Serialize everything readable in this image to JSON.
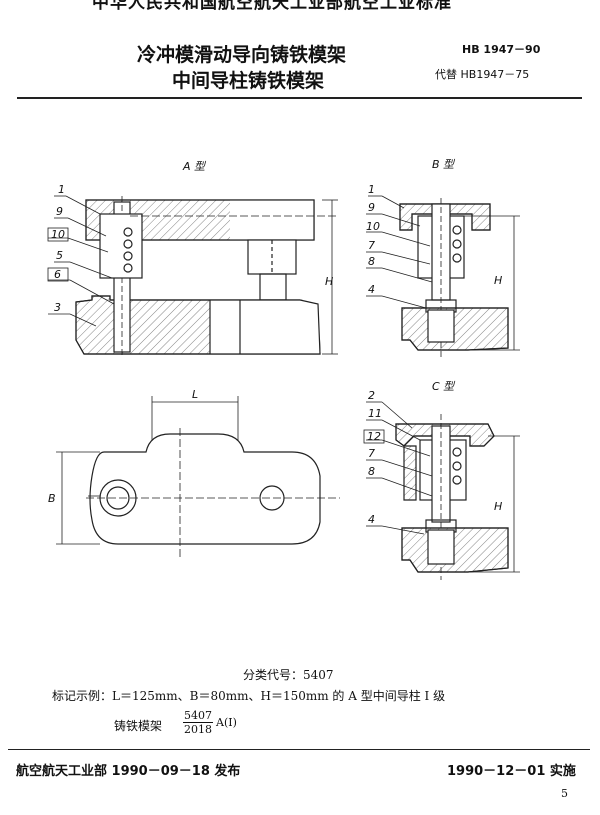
{
  "header": {
    "org_standard": "中华人民共和国航空航天工业部航空工业标准",
    "title_line1": "冷冲模滑动导向铸铁模架",
    "title_line2": "中间导柱铸铁模架",
    "standard_number": "HB 1947－90",
    "replaces": "代替 HB1947－75"
  },
  "drawing": {
    "view_a_label": "A 型",
    "view_b_label": "B 型",
    "view_c_label": "C 型",
    "dim_h": "H",
    "dim_l": "L",
    "dim_b": "B",
    "a_callouts": [
      "1",
      "9",
      "10",
      "5",
      "6",
      "3"
    ],
    "b_callouts": [
      "1",
      "9",
      "10",
      "7",
      "8",
      "4"
    ],
    "c_callouts": [
      "2",
      "11",
      "12",
      "7",
      "8",
      "4"
    ]
  },
  "body": {
    "classification": "分类代号：5407",
    "example": "标记示例：L＝125mm、B＝80mm、H＝150mm 的 A 型中间导柱 I 级",
    "part_name": "铸铁模架",
    "fraction_num": "5407",
    "fraction_den": "2018",
    "fraction_suffix": "A(I)"
  },
  "footer": {
    "issued": "航空航天工业部 1990－09－18 发布",
    "effective": "1990－12－01 实施",
    "page": "5"
  }
}
